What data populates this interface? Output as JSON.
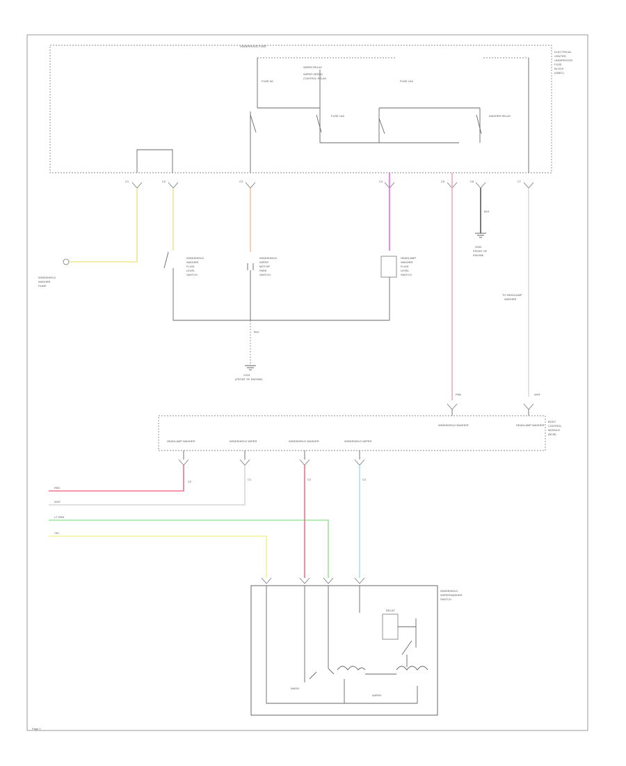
{
  "page": {
    "label": "Page 1"
  },
  "fuse_block": {
    "title": "UNDERHOOD FUSE",
    "side_label": [
      "ELECTRICAL",
      "CENTER,",
      "UNDERHOOD",
      "FUSE",
      "BLOCK",
      "(UBEC)"
    ],
    "fuse_labels": [
      "FUSE 5A",
      "FUSE 10A",
      "FUSE 10A"
    ],
    "relay_labels": [
      "WIPER RELAY",
      "WASHER RELAY"
    ],
    "control_label": [
      "WIPER SPEED",
      "CONTROL RELAY"
    ]
  },
  "connectors": [
    "C1",
    "C2",
    "C3",
    "C4",
    "C5",
    "C6",
    "C7"
  ],
  "left_components": {
    "washer_pump": [
      "WINDSHIELD",
      "WASHER",
      "PUMP"
    ],
    "switch_a": [
      "WINDSHIELD",
      "WASHER",
      "FLUID",
      "LEVEL",
      "SWITCH"
    ],
    "switch_b": [
      "WINDSHIELD",
      "WIPER",
      "MOTOR",
      "PARK",
      "SWITCH"
    ],
    "switch_c": [
      "HEADLAMP",
      "WASHER",
      "FLUID",
      "LEVEL",
      "SWITCH"
    ],
    "ground": [
      "G101",
      "(FRONT OF ENGINE)"
    ],
    "splice": [
      "S200",
      "FRONT OF",
      "ENGINE"
    ],
    "note": [
      "TO HEADLAMP",
      "WASHER"
    ],
    "wire_codes": [
      "BLK",
      "BLK",
      "PNK",
      "WHT"
    ]
  },
  "body_module": {
    "side_label": [
      "BODY",
      "CONTROL",
      "MODULE",
      "(BCM)"
    ],
    "pin_labels": [
      "HEADLAMP WASHER",
      "WINDSHIELD WIPER",
      "WINDSHIELD WASHER",
      "WINDSHIELD WIPER",
      "WINDSHIELD WASHER",
      "HEADLAMP WASHER"
    ],
    "bottom_codes": [
      "C2",
      "C1",
      "C2",
      "C2"
    ]
  },
  "harness_wires": {
    "labels": [
      "RED",
      "WHT",
      "LT GRN",
      "YEL"
    ],
    "colors": [
      "#f2708e",
      "#d6d6d6",
      "#9be59b",
      "#f4f29a"
    ]
  },
  "switch_module": {
    "side_label": [
      "WINDSHIELD",
      "WIPER/WASHER",
      "SWITCH"
    ],
    "internal_labels": [
      "WASH",
      "WIPER",
      "DELAY"
    ]
  },
  "wire_colors": {
    "yellow": "#f0e68c",
    "orange": "#f8bfa0",
    "magenta": "#ee66ee",
    "pink": "#f4a6c0",
    "red": "#f2708e",
    "white": "#dcdcdc",
    "green": "#9be59b",
    "cyan": "#a6e6e6",
    "black": "#555555"
  }
}
